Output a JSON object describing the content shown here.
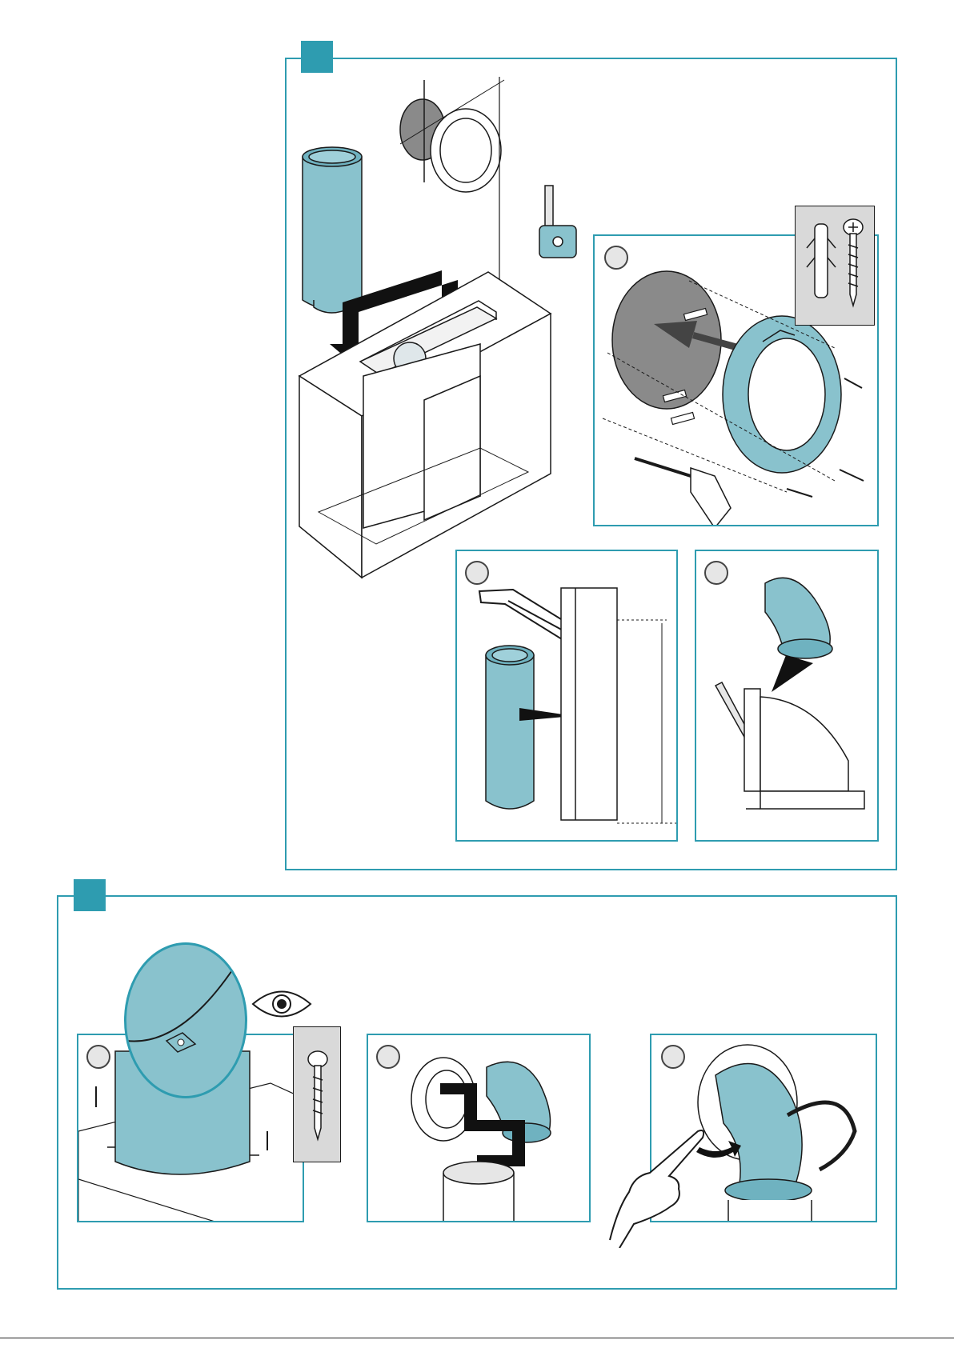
{
  "colors": {
    "accent": "#2e9cb0",
    "duct": "#89c2cd",
    "duct_dark": "#4e8f9b",
    "wall_grey": "#8a8a8a",
    "line": "#1a1a1a",
    "screw_bg": "#d9d9d9"
  },
  "section1": {
    "main_illustration": {
      "items": [
        "duct-pipe",
        "wall-flange",
        "measuring-tape",
        "cabinet-with-hood"
      ]
    },
    "step_a": {
      "items": [
        "wall-plate",
        "wall-plugs",
        "screws",
        "drill"
      ]
    },
    "step_b": {
      "items": [
        "hacksaw",
        "duct-pipe",
        "ruler"
      ]
    },
    "step_c": {
      "items": [
        "elbow-duct",
        "knife",
        "elbow-template"
      ]
    }
  },
  "section2": {
    "detail_zoom": {
      "items": [
        "bracket-detail",
        "eye-icon"
      ]
    },
    "step_a": {
      "items": [
        "duct-on-hood",
        "screws"
      ]
    },
    "step_b": {
      "items": [
        "wall-flange",
        "elbow-duct",
        "duct-pipe"
      ]
    },
    "step_c": {
      "items": [
        "elbow-duct",
        "cable-tie",
        "hand"
      ]
    }
  }
}
